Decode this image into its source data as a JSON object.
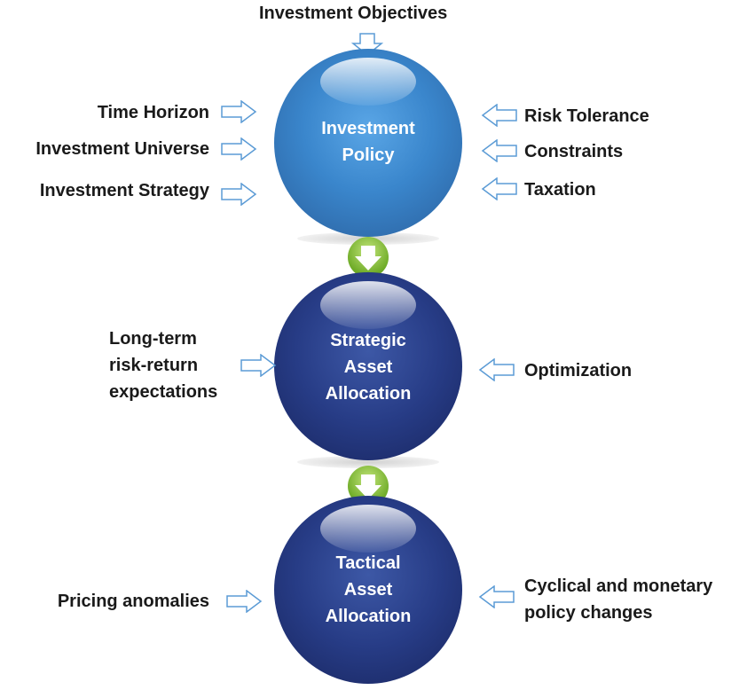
{
  "top_input": "Investment Objectives",
  "circles": {
    "policy": [
      "Investment",
      "Policy"
    ],
    "strategic": [
      "Strategic",
      "Asset",
      "Allocation"
    ],
    "tactical": [
      "Tactical",
      "Asset",
      "Allocation"
    ]
  },
  "policy_left": [
    "Time Horizon",
    "Investment Universe",
    "Investment Strategy"
  ],
  "policy_right": [
    "Risk Tolerance",
    "Constraints",
    "Taxation"
  ],
  "strategic_left": [
    "Long-term",
    "risk-return",
    "expectations"
  ],
  "strategic_right": [
    "Optimization"
  ],
  "tactical_left": [
    "Pricing anomalies"
  ],
  "tactical_right": [
    "Cyclical and monetary",
    "policy changes"
  ],
  "colors": {
    "policy_circle": "#3a86cc",
    "allocation_circle": "#273c86",
    "connector_arrow": "#8cc63f",
    "input_arrow": "#5b9bd5"
  }
}
